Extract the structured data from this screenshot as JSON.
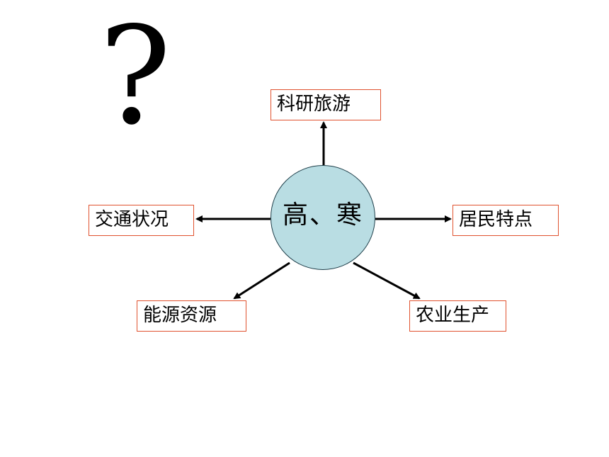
{
  "question_mark": "?",
  "center": {
    "label": "高、寒",
    "fill": "#b9dde3"
  },
  "nodes": {
    "top": {
      "label": "科研旅游"
    },
    "left": {
      "label": "交通状况"
    },
    "right": {
      "label": "居民特点"
    },
    "bottom_left": {
      "label": "能源资源"
    },
    "bottom_right": {
      "label": "农业生产"
    }
  },
  "colors": {
    "node_border": "#e0522f",
    "arrow": "#000000"
  }
}
